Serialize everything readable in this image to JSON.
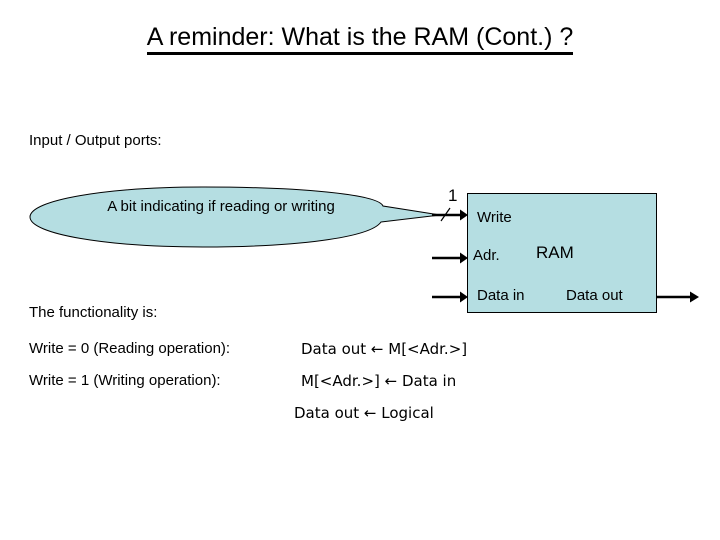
{
  "slide": {
    "title": "A reminder: What is the RAM (Cont.) ?",
    "io_ports_label": "Input / Output ports:",
    "functionality_label": "The functionality is:"
  },
  "callout": {
    "text": "A bit indicating if reading or writing",
    "fill_color": "#b5dee2",
    "stroke_color": "#000000"
  },
  "ram_block": {
    "name": "RAM",
    "fill_color": "#b5dee2",
    "border_color": "#000000",
    "inputs": [
      {
        "label": "Write",
        "bus_width": "1"
      },
      {
        "label": "Adr.",
        "bus_width": ""
      },
      {
        "label": "Data in",
        "bus_width": ""
      }
    ],
    "outputs": [
      {
        "label": "Data out"
      }
    ]
  },
  "functionality": {
    "rows": [
      {
        "condition": "Write = 0 (Reading operation):",
        "expression": "Data out ← M[<Adr.>]"
      },
      {
        "condition": "Write = 1 (Writing operation):",
        "expression": "M[<Adr.>] ← Data in"
      },
      {
        "condition": "",
        "expression": "Data out ←  Logical"
      }
    ]
  }
}
